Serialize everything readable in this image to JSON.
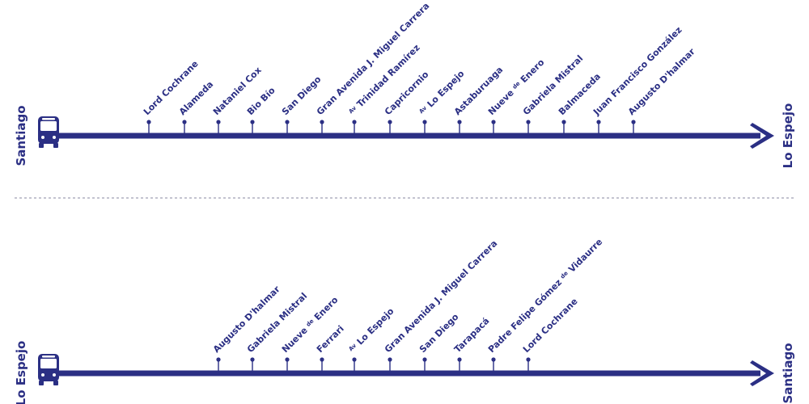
{
  "colors": {
    "route": "#2b2f84",
    "divider": "#8a8aa0"
  },
  "icon": "bus-icon",
  "routes": [
    {
      "origin": "Santiago",
      "destination": "Lo Espejo",
      "stops": [
        {
          "parts": [
            {
              "t": "Lord Cochrane"
            }
          ]
        },
        {
          "parts": [
            {
              "t": "Alameda"
            }
          ]
        },
        {
          "parts": [
            {
              "t": "Nataniel Cox"
            }
          ]
        },
        {
          "parts": [
            {
              "t": "Bio Bío"
            }
          ]
        },
        {
          "parts": [
            {
              "t": "San Diego"
            }
          ]
        },
        {
          "parts": [
            {
              "t": "Gran Avenida J. Miguel Carrera"
            }
          ]
        },
        {
          "parts": [
            {
              "t": "Av",
              "s": true
            },
            {
              "t": " Trinidad Ramírez"
            }
          ]
        },
        {
          "parts": [
            {
              "t": "Capricornio"
            }
          ]
        },
        {
          "parts": [
            {
              "t": "Av",
              "s": true
            },
            {
              "t": " Lo Espejo"
            }
          ]
        },
        {
          "parts": [
            {
              "t": "Astaburuaga"
            }
          ]
        },
        {
          "parts": [
            {
              "t": "Nueve "
            },
            {
              "t": "de",
              "s": true
            },
            {
              "t": " Enero"
            }
          ]
        },
        {
          "parts": [
            {
              "t": "Gabriela Mistral"
            }
          ]
        },
        {
          "parts": [
            {
              "t": "Balmaceda"
            }
          ]
        },
        {
          "parts": [
            {
              "t": "Juan Francisco González"
            }
          ]
        },
        {
          "parts": [
            {
              "t": "Augusto D'halmar"
            }
          ]
        }
      ]
    },
    {
      "origin": "Lo Espejo",
      "destination": "Santiago",
      "stops": [
        {
          "parts": [
            {
              "t": "Augusto D'halmar"
            }
          ]
        },
        {
          "parts": [
            {
              "t": "Gabriela Mistral"
            }
          ]
        },
        {
          "parts": [
            {
              "t": "Nueve "
            },
            {
              "t": "de",
              "s": true
            },
            {
              "t": " Enero"
            }
          ]
        },
        {
          "parts": [
            {
              "t": "Ferrari"
            }
          ]
        },
        {
          "parts": [
            {
              "t": "Av",
              "s": true
            },
            {
              "t": " Lo Espejo"
            }
          ]
        },
        {
          "parts": [
            {
              "t": "Gran Avenida J. Miguel Carrera"
            }
          ]
        },
        {
          "parts": [
            {
              "t": "San Diego"
            }
          ]
        },
        {
          "parts": [
            {
              "t": "Tarapacá"
            }
          ]
        },
        {
          "parts": [
            {
              "t": "Padre Felipe Gómez "
            },
            {
              "t": "de",
              "s": true
            },
            {
              "t": " Vidaurre"
            }
          ]
        },
        {
          "parts": [
            {
              "t": "Lord Cochrane"
            }
          ]
        }
      ]
    }
  ]
}
